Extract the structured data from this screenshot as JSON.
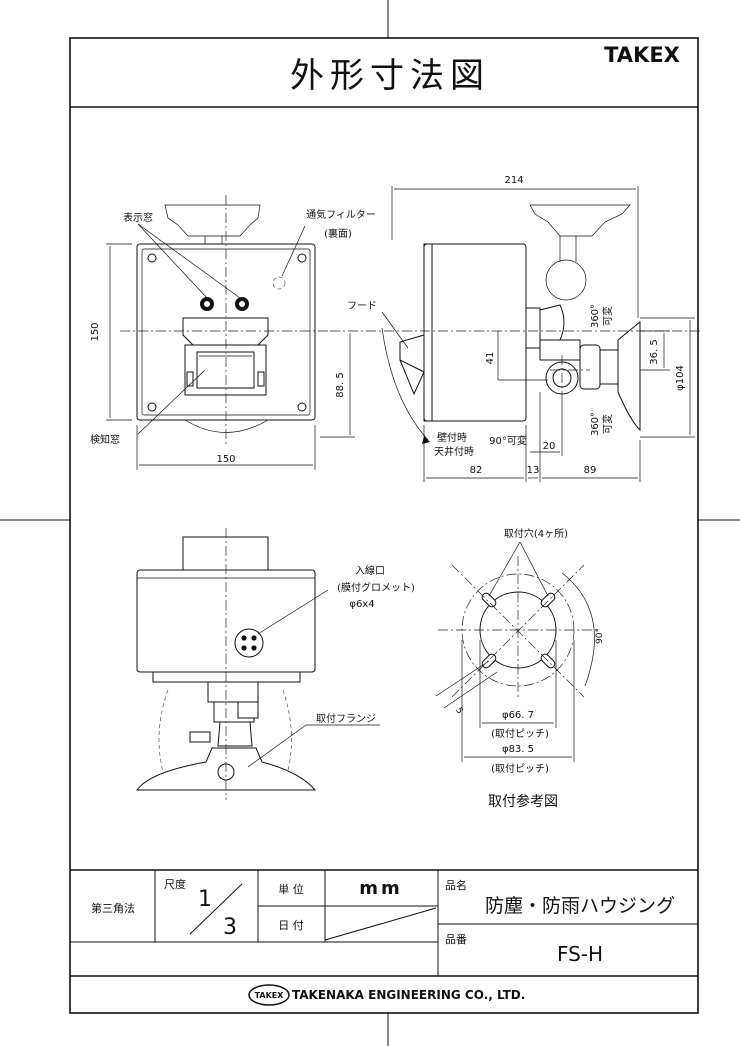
{
  "title": "外形寸法図",
  "brand": "TAKEX",
  "front_view": {
    "label_display_window": "表示窓",
    "label_vent_filter": "通気フィルター",
    "label_vent_filter_note": "(裏面)",
    "label_detection_window": "検知窓",
    "dim_height": "150",
    "dim_width": "150",
    "dim_center": "88. 5"
  },
  "side_view": {
    "dim_total_width": "214",
    "label_hood": "フード",
    "dim_41": "41",
    "dim_36_5": "36. 5",
    "dim_phi104": "φ104",
    "rot_top_deg": "360°",
    "rot_top_label": "可変",
    "rot_bottom_deg": "360°",
    "rot_bottom_label": "可変",
    "label_wall_mount": "壁付時",
    "label_ceiling_mount": "天井付時",
    "label_90_variable": "90°可変",
    "dim_20": "20",
    "dim_82": "82",
    "dim_13": "13",
    "dim_89": "89"
  },
  "bottom_view": {
    "label_inlet": "入線口",
    "label_grommet": "(膜付グロメット)",
    "label_inlet_size": "φ6x4",
    "label_flange": "取付フランジ"
  },
  "mount_ref": {
    "label_holes": "取付穴(4ヶ所)",
    "dim_5": "5",
    "dim_90deg": "90°",
    "dim_phi66_7": "φ66. 7",
    "label_pitch1": "(取付ピッチ)",
    "dim_phi83_5": "φ83. 5",
    "label_pitch2": "(取付ピッチ)",
    "caption": "取付参考図"
  },
  "title_block": {
    "projection": "第三角法",
    "scale_label": "尺度",
    "scale_num": "1",
    "scale_den": "3",
    "unit_label": "単 位",
    "unit_value": "mm",
    "date_label": "日 付",
    "product_name_label": "品名",
    "product_name": "防塵・防雨ハウジング",
    "product_code_label": "品番",
    "product_code": "FS-H",
    "company_logo_text": "TAKEX",
    "company_name": "TAKENAKA ENGINEERING CO., LTD."
  }
}
